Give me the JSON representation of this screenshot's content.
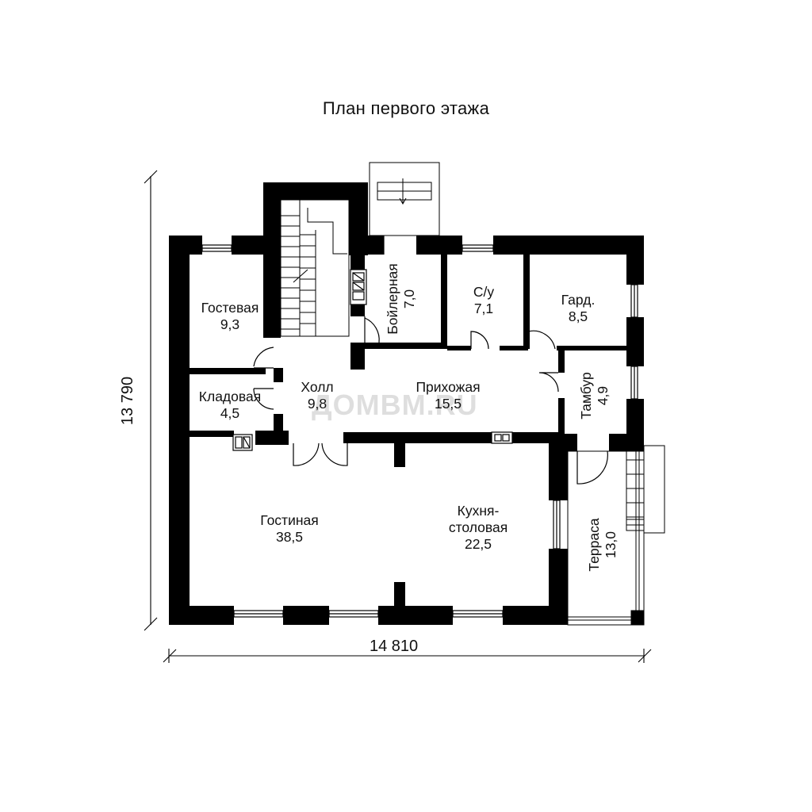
{
  "title": "План первого этажа",
  "watermark": "ДОМВМ.RU",
  "dimensions": {
    "width": "14 810",
    "height": "13 790"
  },
  "rooms": {
    "guest": {
      "name": "Гостевая",
      "area": "9,3"
    },
    "storage": {
      "name": "Кладовая",
      "area": "4,5"
    },
    "hall": {
      "name": "Холл",
      "area": "9,8"
    },
    "entry": {
      "name": "Прихожая",
      "area": "15,5"
    },
    "boiler": {
      "name": "Бойлерная",
      "area": "7,0"
    },
    "wc": {
      "name": "С/у",
      "area": "7,1"
    },
    "wardrobe": {
      "name": "Гард.",
      "area": "8,5"
    },
    "vestibule": {
      "name": "Тамбур",
      "area": "4,9"
    },
    "living": {
      "name": "Гостиная",
      "area": "38,5"
    },
    "kitchen": {
      "name": "Кухня-\nстоловая",
      "name_line1": "Кухня-",
      "name_line2": "столовая",
      "area": "22,5"
    },
    "terrace": {
      "name": "Терраса",
      "area": "13,0"
    }
  }
}
